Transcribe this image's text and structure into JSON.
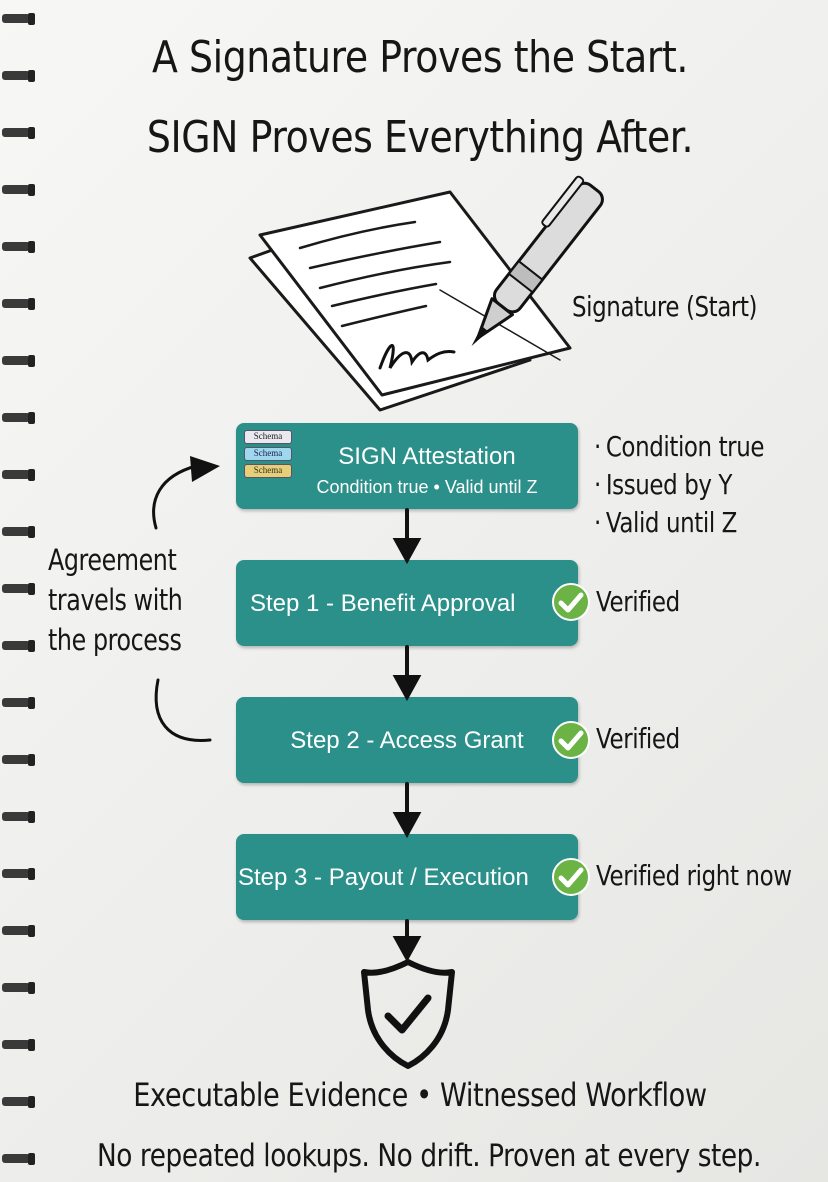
{
  "title": {
    "line1": "A Signature Proves the Start.",
    "line2": "SIGN Proves Everything After."
  },
  "signature_label": "Signature (Start)",
  "attestation": {
    "chips": [
      "Schema",
      "Schema",
      "Schema"
    ],
    "title": "SIGN Attestation",
    "subtitle": "Condition true • Valid until Z",
    "bullets": [
      "Condition true",
      "Issued by Y",
      "Valid until Z"
    ]
  },
  "side_note": {
    "lines": [
      "Agreement",
      "travels with",
      "the process"
    ]
  },
  "steps": [
    {
      "label": "Step 1 - Benefit Approval",
      "status": "Verified"
    },
    {
      "label": "Step 2 - Access Grant",
      "status": "Verified"
    },
    {
      "label": "Step 3 - Payout / Execution",
      "status": "Verified right now"
    }
  ],
  "footer": {
    "line1": "Executable Evidence • Witnessed Workflow",
    "line2": "No repeated lookups. No drift. Proven at every step."
  },
  "colors": {
    "box": "#2b8f8a",
    "check": "#6ab344",
    "ink": "#161616"
  },
  "icons": {
    "document": "signed-document-icon",
    "pen": "pen-icon",
    "check": "check-circle-icon",
    "shield": "shield-check-icon"
  }
}
